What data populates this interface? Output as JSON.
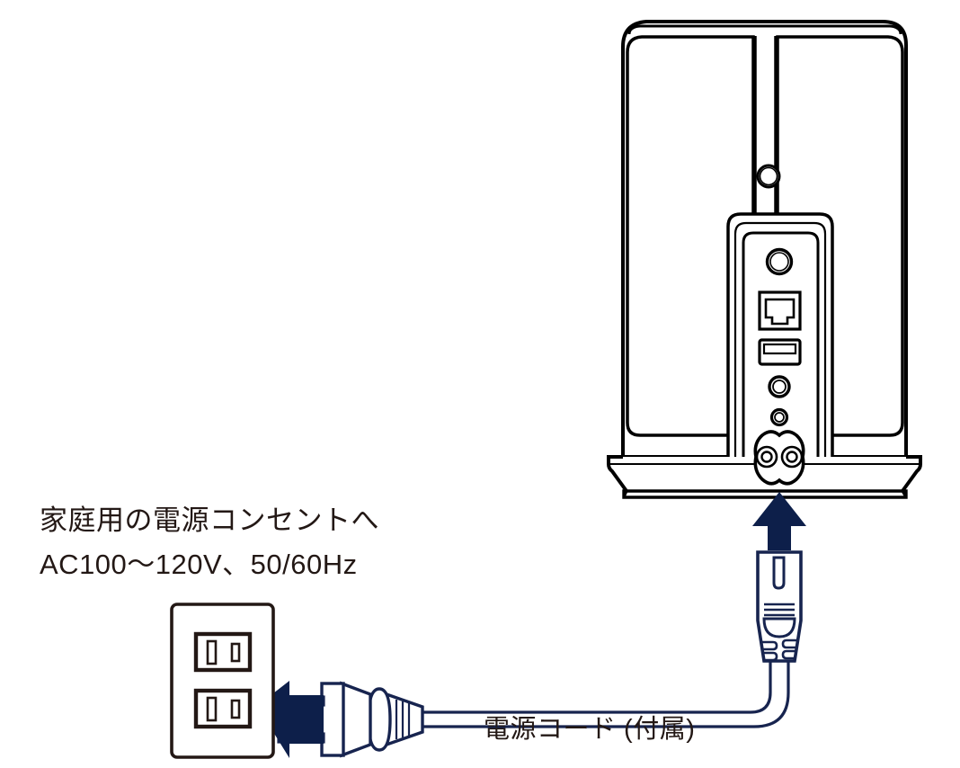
{
  "diagram": {
    "title": "power-cord-connection-diagram",
    "colors": {
      "outline": "#000000",
      "navy": "#0d1f4a",
      "cord": "#17244f",
      "text": "#231815",
      "background": "#ffffff"
    },
    "labels": {
      "outlet_line1": "家庭用の電源コンセントへ",
      "outlet_line2": "AC100〜120V、50/60Hz",
      "cord": "電源コード (付属)"
    },
    "device": {
      "name": "network-storage-device",
      "ports": [
        {
          "name": "reset-button",
          "type": "circle"
        },
        {
          "name": "ethernet-port",
          "type": "rj45"
        },
        {
          "name": "usb-port",
          "type": "usb-a"
        },
        {
          "name": "large-round-port",
          "type": "circle"
        },
        {
          "name": "small-round-port",
          "type": "circle"
        },
        {
          "name": "ac-power-inlet",
          "type": "figure-8"
        }
      ]
    },
    "outlet": {
      "name": "wall-outlet",
      "socket_count": 2,
      "sockets": [
        {
          "name": "socket-upper"
        },
        {
          "name": "socket-lower"
        }
      ]
    },
    "plug": {
      "name": "ac-plug",
      "prong_count": 2
    },
    "connector": {
      "name": "iec-c7-connector"
    },
    "arrows": [
      {
        "name": "arrow-to-power-inlet",
        "direction": "up"
      },
      {
        "name": "arrow-to-outlet",
        "direction": "left"
      }
    ]
  }
}
